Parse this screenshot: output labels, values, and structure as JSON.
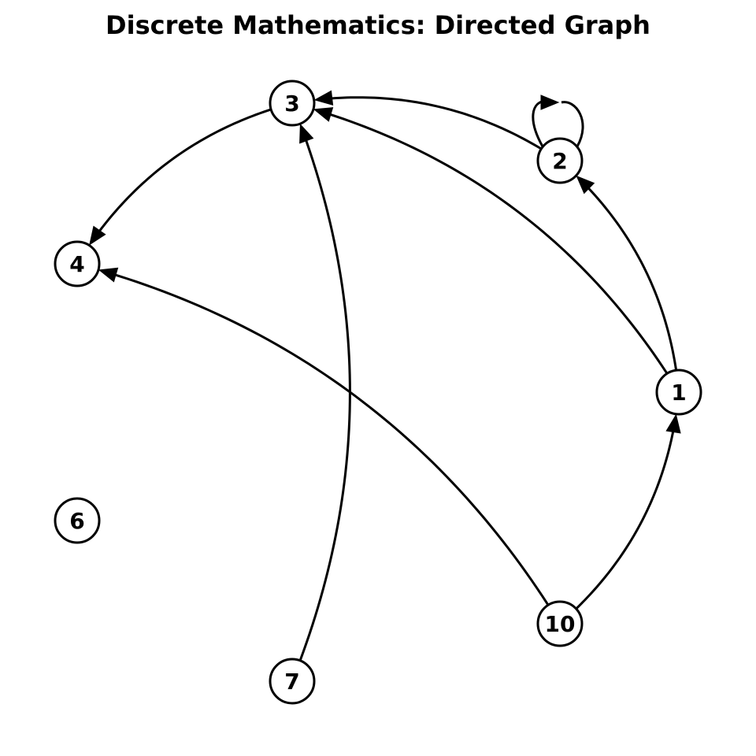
{
  "title": "Discrete Mathematics: Directed Graph",
  "graph": {
    "type": "directed",
    "nodes": [
      {
        "id": "1",
        "label": "1"
      },
      {
        "id": "2",
        "label": "2"
      },
      {
        "id": "3",
        "label": "3"
      },
      {
        "id": "4",
        "label": "4"
      },
      {
        "id": "6",
        "label": "6"
      },
      {
        "id": "7",
        "label": "7"
      },
      {
        "id": "10",
        "label": "10"
      }
    ],
    "edges": [
      {
        "from": "2",
        "to": "2"
      },
      {
        "from": "2",
        "to": "3"
      },
      {
        "from": "1",
        "to": "3"
      },
      {
        "from": "1",
        "to": "2"
      },
      {
        "from": "3",
        "to": "4"
      },
      {
        "from": "7",
        "to": "3"
      },
      {
        "from": "10",
        "to": "4"
      },
      {
        "from": "10",
        "to": "1"
      }
    ]
  }
}
